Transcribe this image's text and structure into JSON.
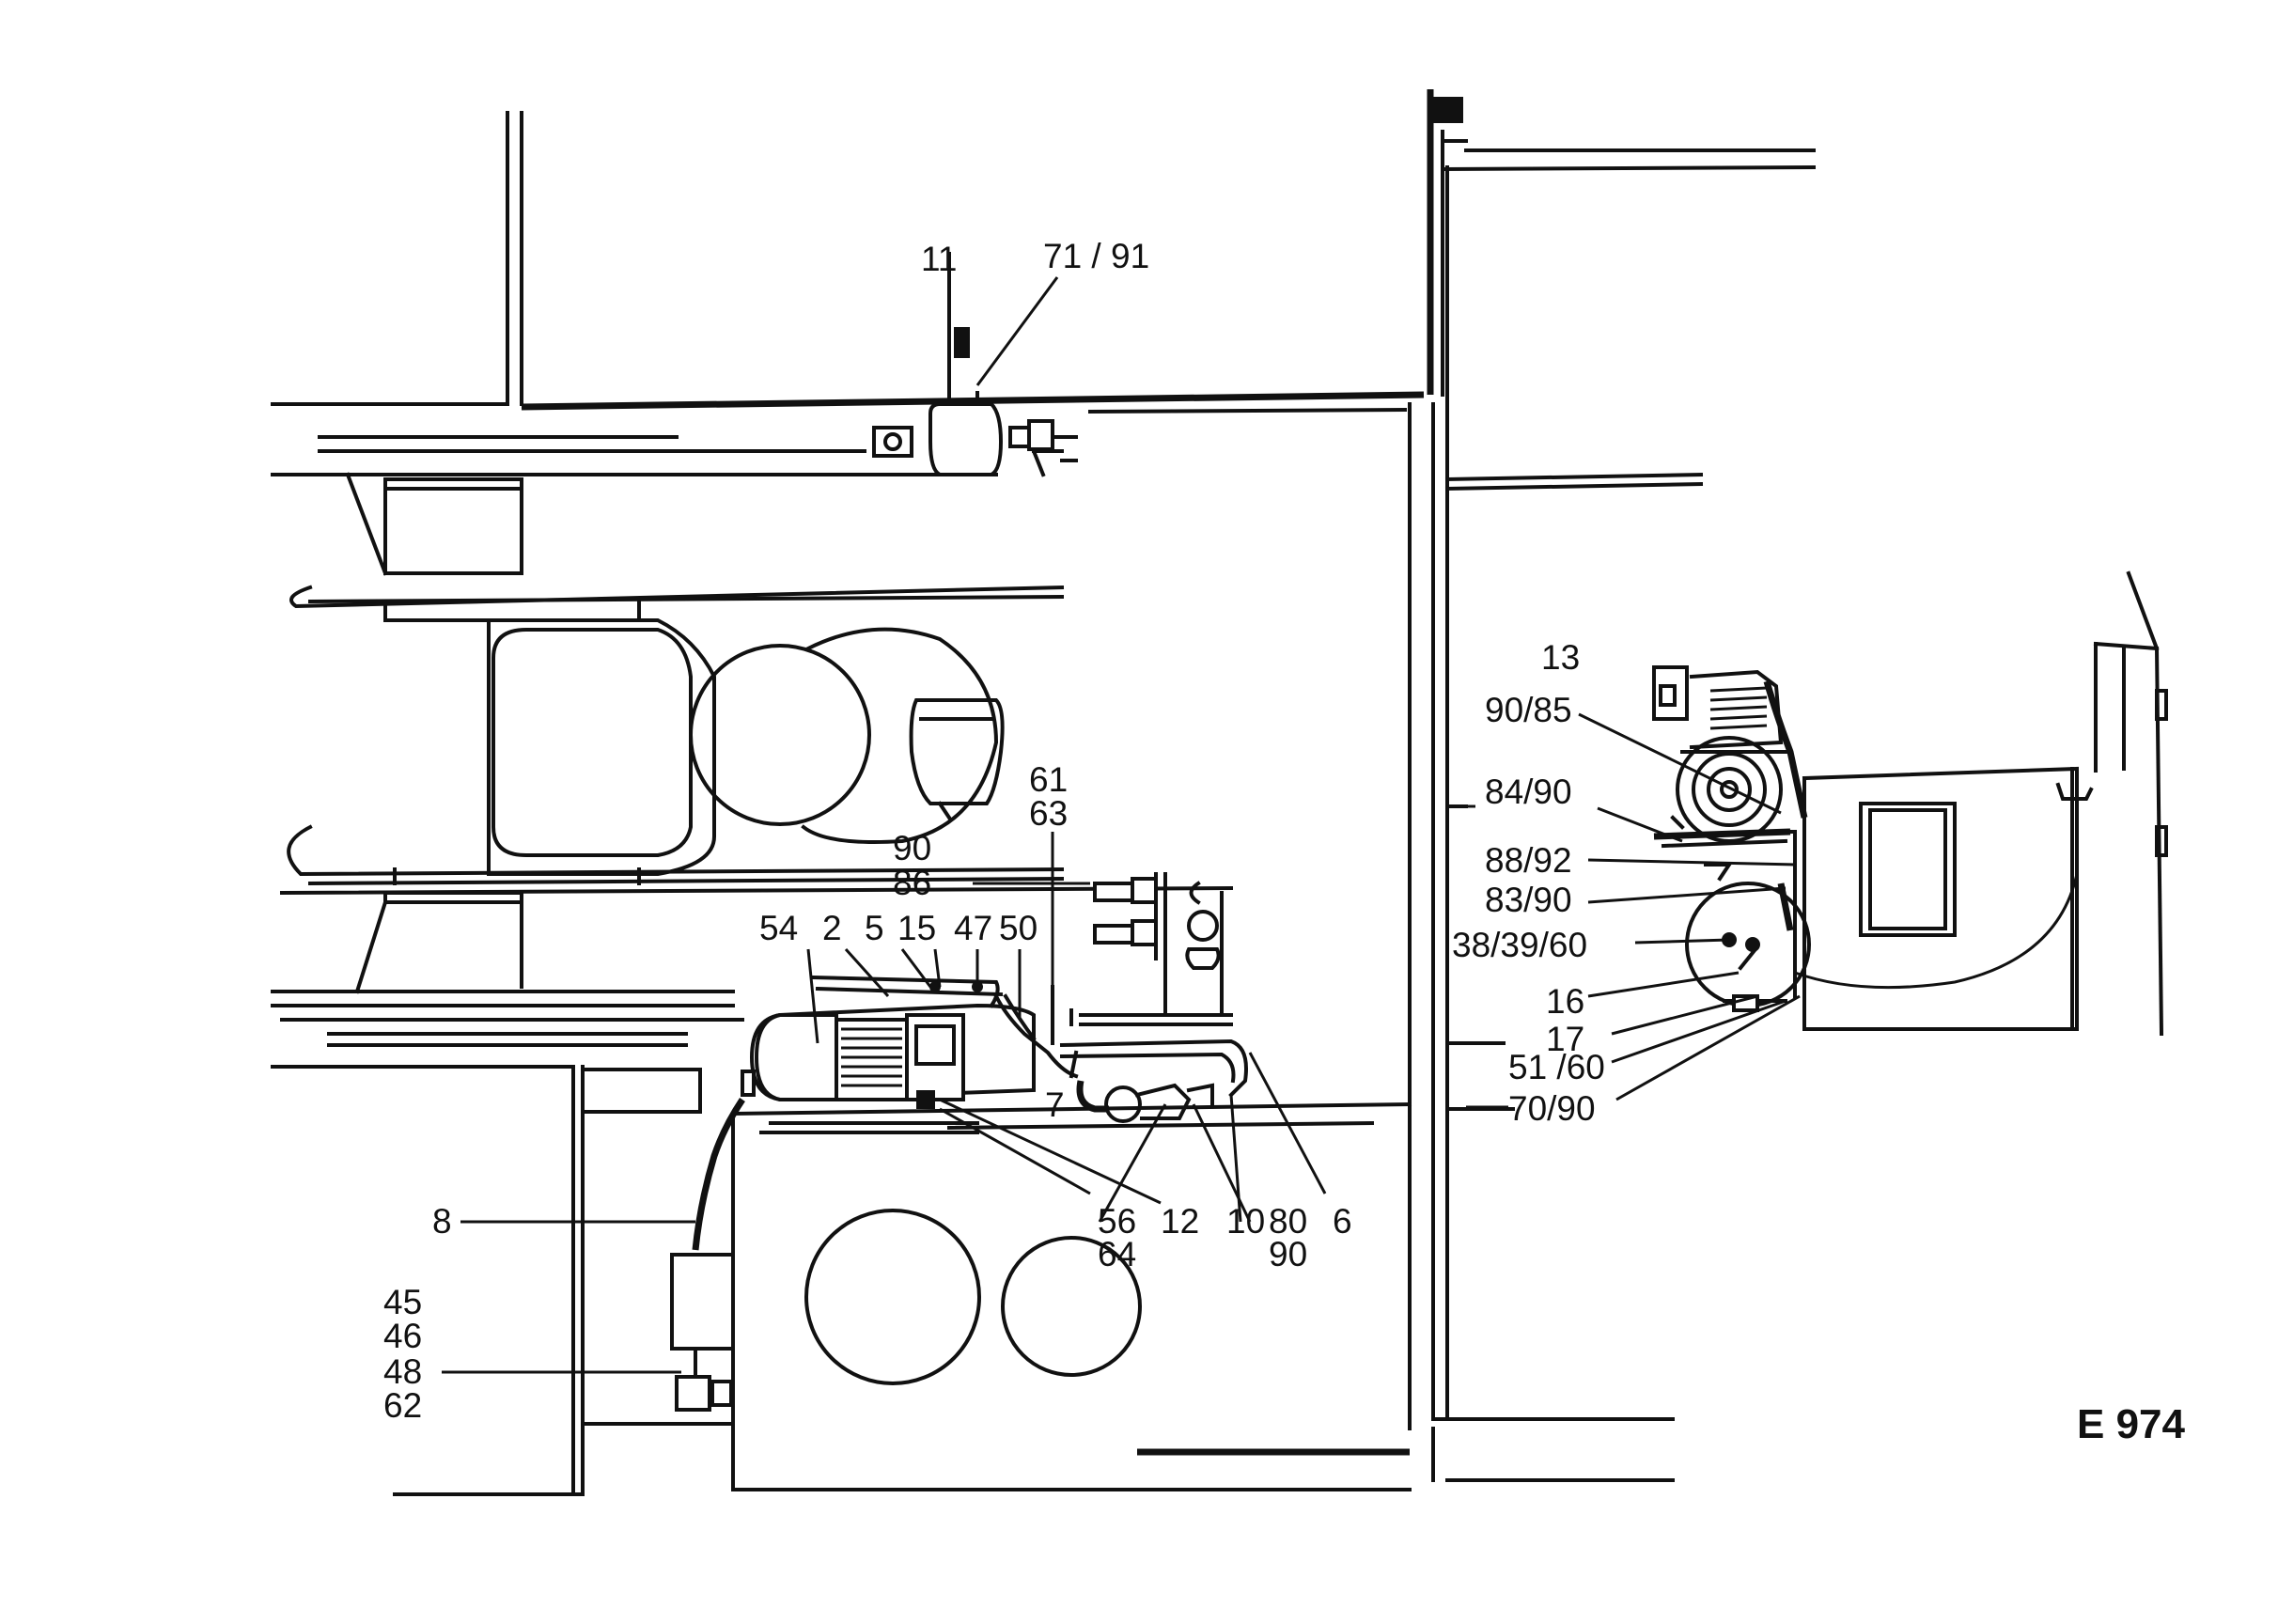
{
  "drawing_code": "E 974",
  "labels": [
    {
      "id": "11",
      "text": "11"
    },
    {
      "id": "71_91",
      "text": "71 / 91"
    },
    {
      "id": "13",
      "text": "13"
    },
    {
      "id": "90_85",
      "text": "90/85"
    },
    {
      "id": "84_90",
      "text": "84/90"
    },
    {
      "id": "88_92",
      "text": "88/92"
    },
    {
      "id": "83_90",
      "text": "83/90"
    },
    {
      "id": "38_39_60",
      "text": "38/39/60"
    },
    {
      "id": "16",
      "text": "16"
    },
    {
      "id": "17",
      "text": "17"
    },
    {
      "id": "51_60",
      "text": "51 /60"
    },
    {
      "id": "70_90",
      "text": "70/90"
    },
    {
      "id": "61",
      "text": "61"
    },
    {
      "id": "63",
      "text": "63"
    },
    {
      "id": "90a",
      "text": "90"
    },
    {
      "id": "86",
      "text": "86"
    },
    {
      "id": "54",
      "text": "54"
    },
    {
      "id": "2",
      "text": "2"
    },
    {
      "id": "5",
      "text": "5"
    },
    {
      "id": "15",
      "text": "15"
    },
    {
      "id": "47",
      "text": "47"
    },
    {
      "id": "50",
      "text": "50"
    },
    {
      "id": "7",
      "text": "7"
    },
    {
      "id": "8",
      "text": "8"
    },
    {
      "id": "56",
      "text": "56"
    },
    {
      "id": "64",
      "text": "64"
    },
    {
      "id": "12",
      "text": "12"
    },
    {
      "id": "10",
      "text": "10"
    },
    {
      "id": "80",
      "text": "80"
    },
    {
      "id": "90b",
      "text": "90"
    },
    {
      "id": "6",
      "text": "6"
    },
    {
      "id": "45",
      "text": "45"
    },
    {
      "id": "46",
      "text": "46"
    },
    {
      "id": "48",
      "text": "48"
    },
    {
      "id": "62",
      "text": "62"
    }
  ]
}
